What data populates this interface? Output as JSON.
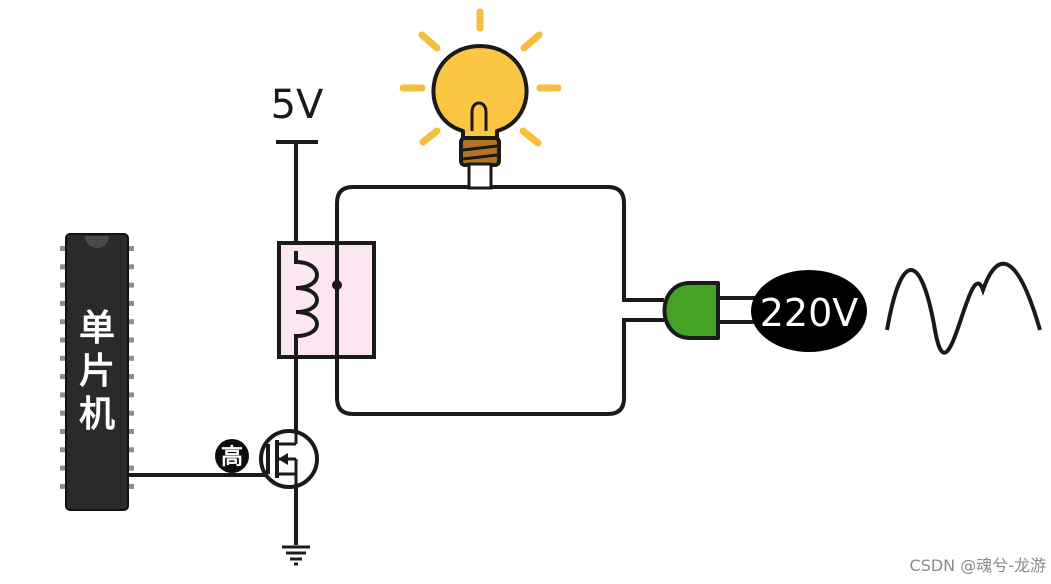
{
  "labels": {
    "vcc": "5V",
    "mcu": [
      "单",
      "片",
      "机"
    ],
    "gate_level": "高",
    "mains_voltage": "220V",
    "watermark": "CSDN @魂兮-龙游"
  },
  "colors": {
    "wire": "#1a1a1a",
    "relay_fill": "#fbe6f1",
    "bulb_glass": "#fcc644",
    "bulb_rays": "#f7bd3c",
    "bulb_base": "#b27622",
    "plug": "#44a324",
    "mcu_body": "#2a2a2a",
    "mains_oval": "#000000"
  },
  "icons": {
    "bulb": "light-bulb-icon",
    "plug": "plug-icon",
    "mosfet": "mosfet-icon",
    "ground": "ground-icon",
    "coil": "coil-icon",
    "ac_wave": "sine-wave-icon"
  }
}
